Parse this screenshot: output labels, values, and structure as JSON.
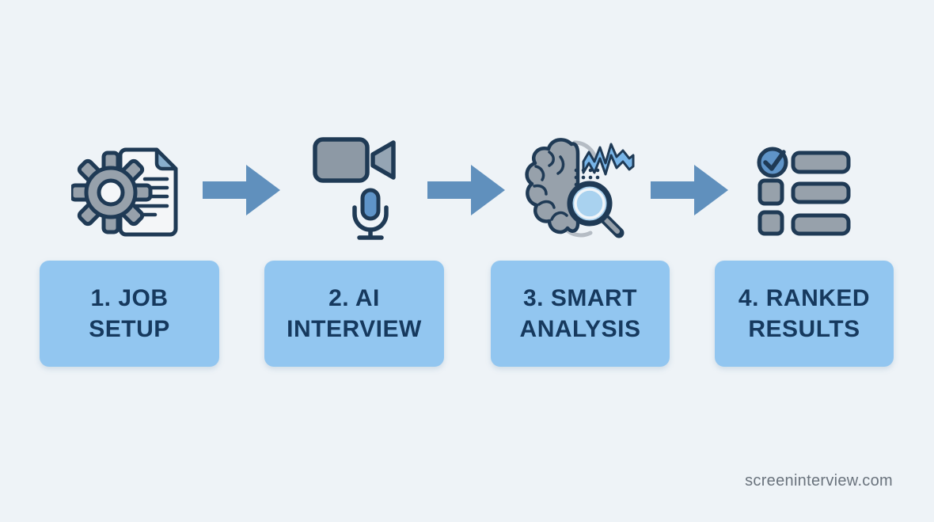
{
  "title": "4-step hiring screening process infographic",
  "colors": {
    "background": "#eef3f7",
    "box-fill": "#92c6f0",
    "box-text": "#16395e",
    "arrow": "#6090bd",
    "outline": "#1f3a55",
    "icon-gray": "#97a1ab",
    "icon-gray-2": "#8d99a5",
    "lens-gray": "#95a5b4",
    "icon-light": "#f4f6f8",
    "fold-blue": "#88aecd",
    "mic-blue": "#5f94c8",
    "wave-blue": "#78b5e8",
    "lens-blue": "#a9d2ef",
    "gray-outline": "#b5bcc4",
    "watermark-gray": "#6a737d"
  },
  "steps": [
    {
      "icon": "gear-document-icon",
      "line1": "1. JOB",
      "line2": "SETUP"
    },
    {
      "icon": "video-camera-microphone-icon",
      "line1": "2. AI",
      "line2": "INTERVIEW"
    },
    {
      "icon": "brain-analysis-magnifier-icon",
      "line1": "3. SMART",
      "line2": "ANALYSIS"
    },
    {
      "icon": "ranked-checklist-icon",
      "line1": "4. RANKED",
      "line2": "RESULTS"
    }
  ],
  "arrows": [
    {
      "icon": "arrow-right-icon"
    },
    {
      "icon": "arrow-right-icon"
    },
    {
      "icon": "arrow-right-icon"
    }
  ],
  "footer": {
    "text": "screeninterview.com"
  }
}
